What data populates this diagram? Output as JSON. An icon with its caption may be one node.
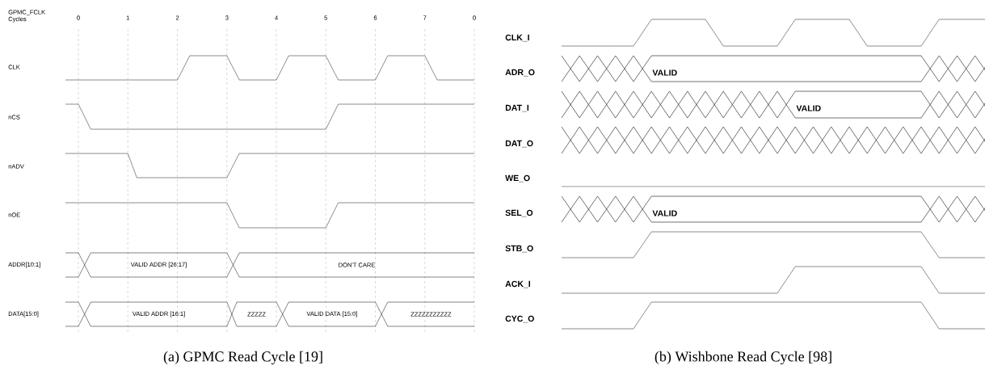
{
  "diagram": {
    "labels": [
      "GPMC_FCLK Cycles",
      "0",
      "1",
      "2",
      "3",
      "4",
      "5",
      "6",
      "7",
      "0",
      "CLK",
      "nCS",
      "nADV",
      "nOE",
      "ADDR[10:1]",
      "VALID ADDR [26:17]",
      "DON'T CARE",
      "DATA[15:0]",
      "VALID ADDR [16:1]",
      "ZZZZZ",
      "VALID DATA [15:0]",
      "ZZZZZZZZZZZ",
      "CLK_I",
      "ADR_O",
      "VALID",
      "DAT_I",
      "VALID",
      "DAT_O",
      "WE_O",
      "SEL_O",
      "VALID",
      "STB_O",
      "ACK_I",
      "CYC_O",
      "(a) GPMC Read Cycle [19]",
      "(b) Wishbone Read Cycle [98]"
    ]
  }
}
